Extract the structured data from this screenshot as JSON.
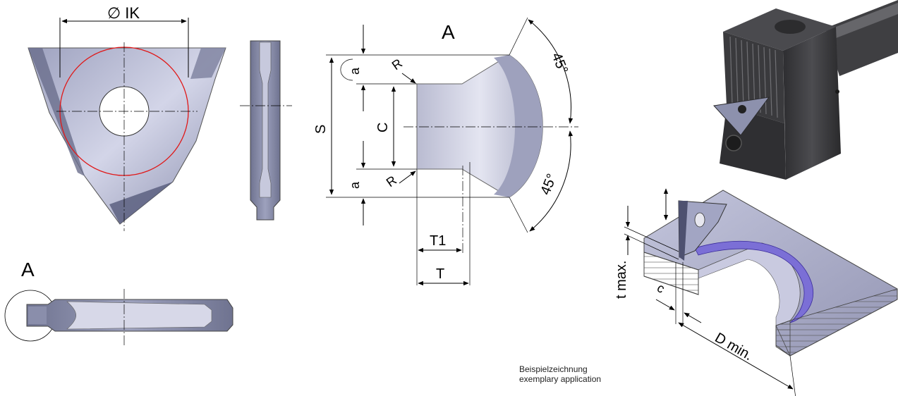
{
  "labels": {
    "ik": "∅ IK",
    "view_a_top": "A",
    "view_a_side": "A",
    "s": "S",
    "c_dim": "C",
    "a_top": "a",
    "a_bottom": "a",
    "r_top": "R",
    "r_bottom": "R",
    "t1": "T1",
    "t": "T",
    "angle_top": "45°",
    "angle_bottom": "45°",
    "t_max": "t max.",
    "c_small": "c",
    "d_min": "D min."
  },
  "caption": {
    "de": "Beispielzeichnung",
    "en": "exemplary application"
  },
  "colors": {
    "insert": "#8f93b0",
    "insert_light": "#c9cbe0",
    "holder": "#3a3a3c",
    "workpiece": "#a8aac6",
    "groove": "#7b6fd6",
    "inscribed_circle": "#e01818"
  }
}
